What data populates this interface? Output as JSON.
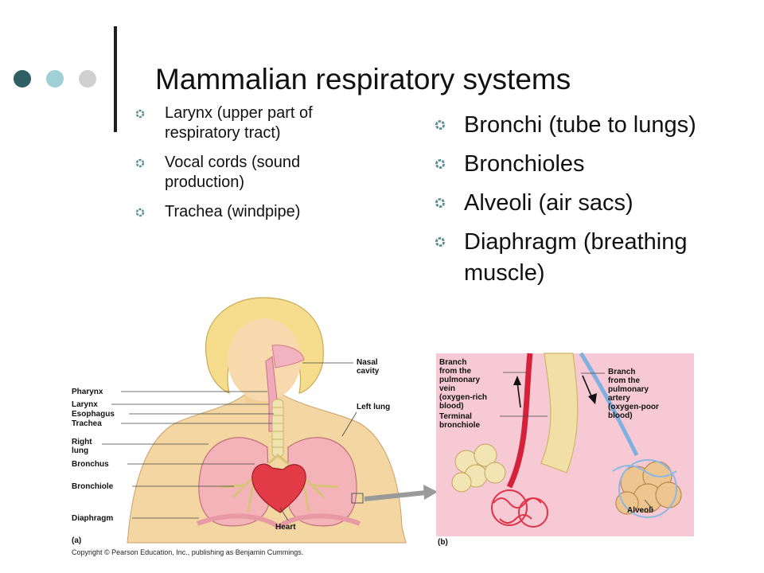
{
  "slide": {
    "title": "Mammalian respiratory systems",
    "dot_colors": [
      "#2d5f63",
      "#9fd0d5",
      "#d0d0d0"
    ],
    "bullet_color": "#5b8f94",
    "left_bullets": [
      "Larynx (upper part of respiratory tract)",
      "Vocal cords (sound production)",
      "Trachea (windpipe)"
    ],
    "right_bullets": [
      "Bronchi (tube to lungs)",
      "Bronchioles",
      "Alveoli (air sacs)",
      "Diaphragm (breathing muscle)"
    ]
  },
  "figure": {
    "panel_a": {
      "labels_left": [
        "Pharynx",
        "Larynx",
        "Esophagus",
        "Trachea",
        "Right lung",
        "Bronchus",
        "Bronchiole",
        "Diaphragm"
      ],
      "labels_right": [
        "Nasal cavity",
        "Left lung"
      ],
      "label_bottom": "Heart",
      "panel_tag": "(a)"
    },
    "panel_b": {
      "label_vein": "Branch from the pulmonary vein (oxygen-rich blood)",
      "label_artery": "Branch from the pulmonary artery (oxygen-poor blood)",
      "label_bronchiole": "Terminal bronchiole",
      "label_alveoli": "Alveoli",
      "panel_tag": "(b)"
    },
    "copyright": "Copyright © Pearson Education, Inc., publishing as Benjamin Cummings."
  }
}
